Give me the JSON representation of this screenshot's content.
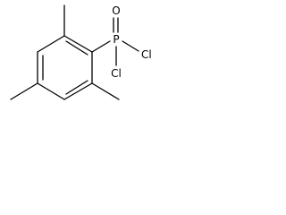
{
  "structure": {
    "atoms": {
      "oxygen": "O",
      "phosphorus": "P",
      "chlorine_right": "Cl",
      "chlorine_bottom": "Cl"
    }
  },
  "colors": {
    "bond": "#000000",
    "label": "#000000",
    "background": "#ffffff"
  }
}
